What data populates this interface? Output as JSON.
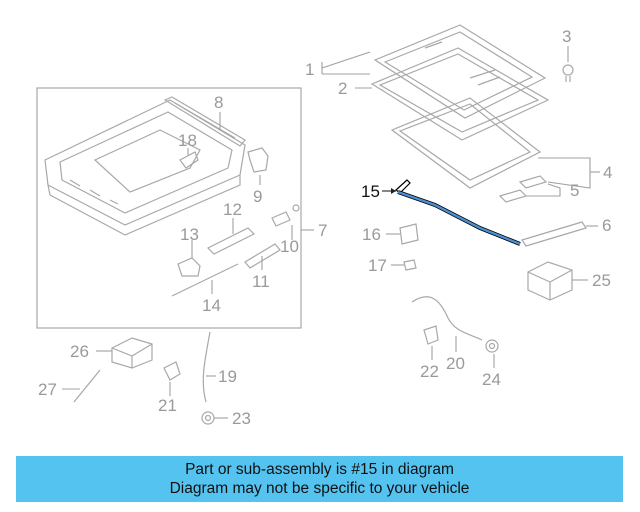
{
  "callouts": {
    "p1": "1",
    "p2": "2",
    "p3": "3",
    "p4": "4",
    "p5": "5",
    "p6": "6",
    "p7": "7",
    "p8": "8",
    "p9": "9",
    "p10": "10",
    "p11": "11",
    "p12": "12",
    "p13": "13",
    "p14": "14",
    "p15": "15",
    "p16": "16",
    "p17": "17",
    "p18": "18",
    "p19": "19",
    "p20": "20",
    "p21": "21",
    "p22": "22",
    "p23": "23",
    "p24": "24",
    "p25": "25",
    "p26": "26",
    "p27": "27"
  },
  "highlight": {
    "part": "15",
    "color": "#4a8fd0"
  },
  "footer": {
    "line1": "Part or sub-assembly is #15 in diagram",
    "line2": "Diagram may not be specific to your vehicle",
    "background": "#55c3f0"
  }
}
